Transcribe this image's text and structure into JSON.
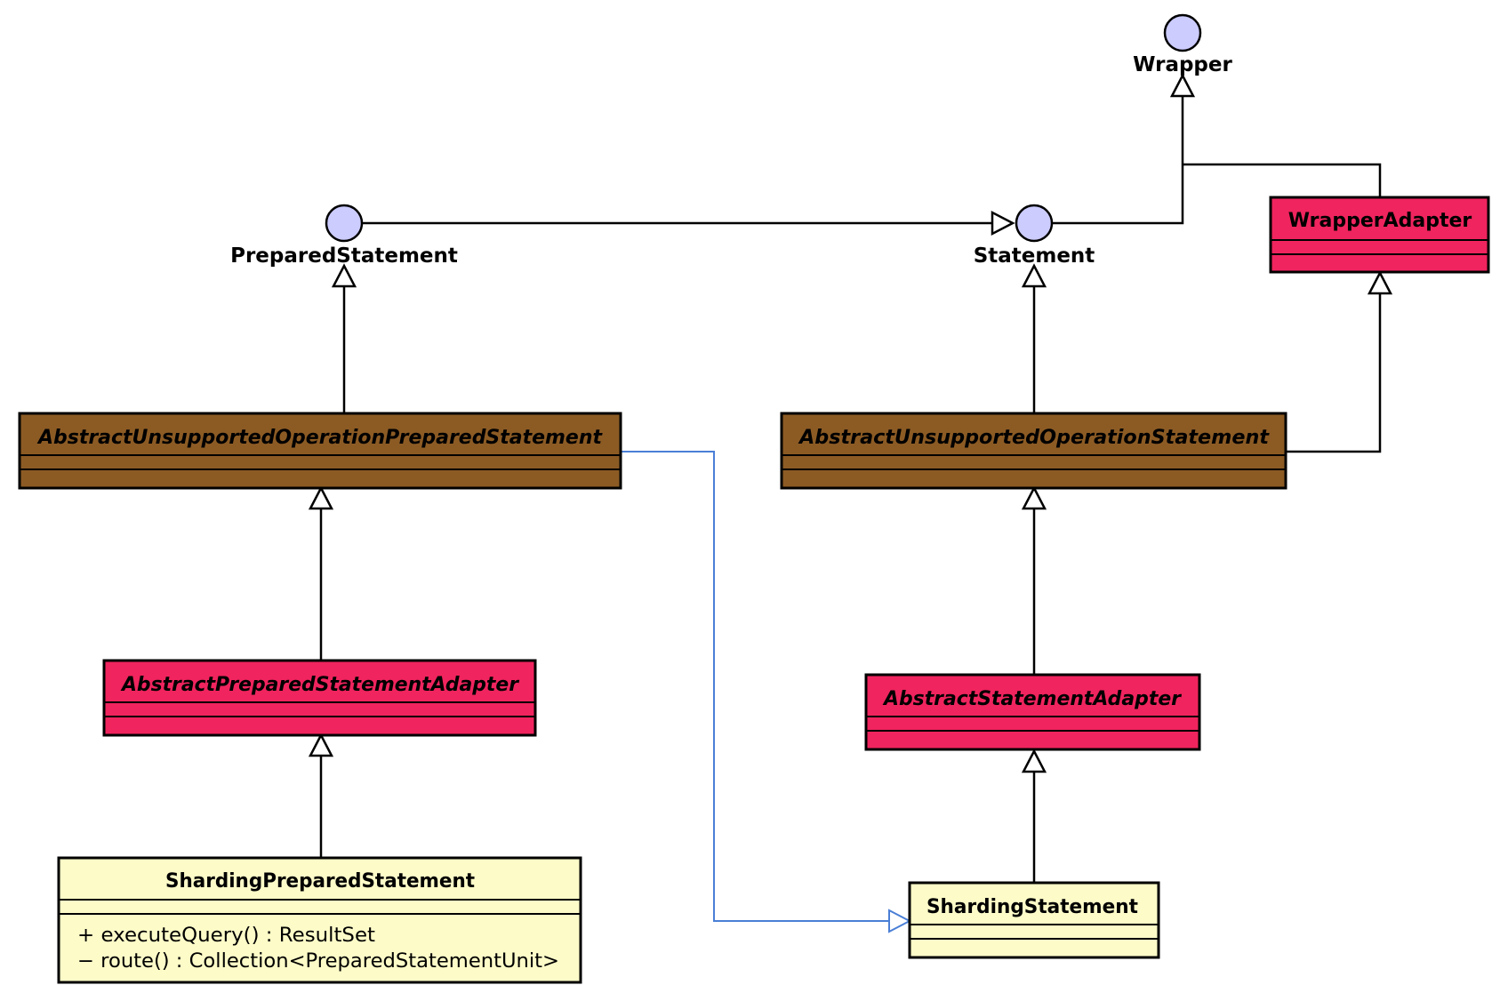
{
  "colors": {
    "interface_fill": "#ccccff",
    "abstract_base_fill": "#8c5b24",
    "adapter_fill": "#f0245e",
    "concrete_fill": "#fdfbc8",
    "line": "#000000",
    "highlight_line": "#4a7fd6"
  },
  "interfaces": {
    "wrapper": "Wrapper",
    "prepared_statement": "PreparedStatement",
    "statement": "Statement"
  },
  "classes": {
    "wrapper_adapter": "WrapperAdapter",
    "abstract_unsupported_operation_prepared_statement": "AbstractUnsupportedOperationPreparedStatement",
    "abstract_unsupported_operation_statement": "AbstractUnsupportedOperationStatement",
    "abstract_prepared_statement_adapter": "AbstractPreparedStatementAdapter",
    "abstract_statement_adapter": "AbstractStatementAdapter",
    "sharding_prepared_statement": "ShardingPreparedStatement",
    "sharding_statement": "ShardingStatement"
  },
  "members": {
    "sharding_prepared_statement": [
      "+ executeQuery() : ResultSet",
      "− route() : Collection<PreparedStatementUnit>"
    ]
  }
}
